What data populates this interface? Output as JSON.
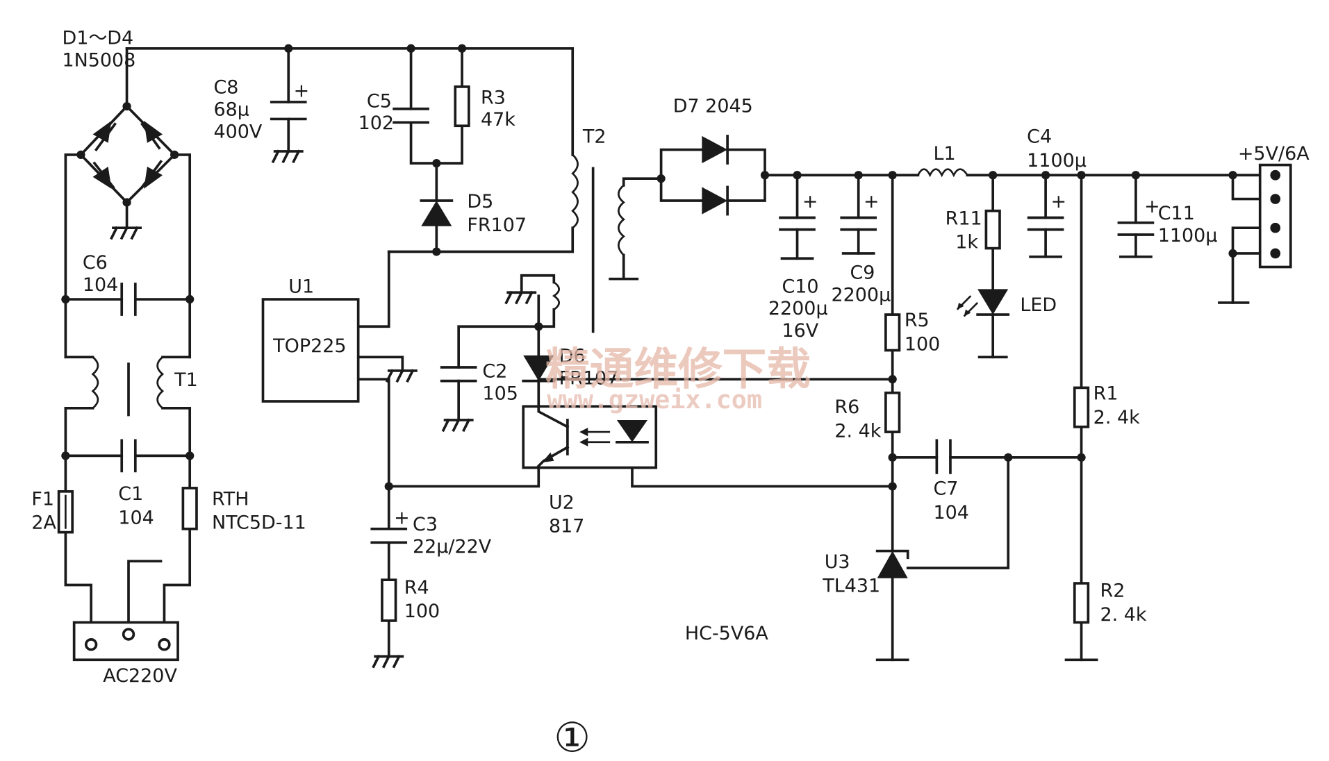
{
  "labels": {
    "d1d4": "D1～D4",
    "d1d4_part": "1N5008",
    "c8": "C8",
    "c8_val": "68μ",
    "c8_volt": "400V",
    "c5": "C5",
    "c5_val": "102",
    "r3": "R3",
    "r3_val": "47k",
    "d5": "D5",
    "d5_part": "FR107",
    "t2": "T2",
    "d7": "D7 2045",
    "c10": "C10",
    "c10_val": "2200μ",
    "c10_volt": "16V",
    "c9": "C9",
    "c9_val": "2200μ",
    "l1": "L1",
    "c4": "C4",
    "c4_val": "1100μ",
    "c11": "C11",
    "c11_val": "1100μ",
    "r11": "R11",
    "r11_val": "1k",
    "led": "LED",
    "out": "+5V/6A",
    "c6": "C6",
    "c6_val": "104",
    "u1": "U1",
    "u1_part": "TOP225",
    "c2": "C2",
    "c2_val": "105",
    "d6": "D6",
    "d6_part": "FR107",
    "t1": "T1",
    "r5": "R5",
    "r5_val": "100",
    "r6": "R6",
    "r6_val": "2. 4k",
    "r1": "R1",
    "r1_val": "2. 4k",
    "c7": "C7",
    "c7_val": "104",
    "f1": "F1",
    "f1_val": "2A",
    "c1": "C1",
    "c1_val": "104",
    "rth": "RTH",
    "rth_part": "NTC5D-11",
    "u2": "U2",
    "u2_part": "817",
    "c3": "C3",
    "c3_val": "22μ/22V",
    "r4": "R4",
    "r4_val": "100",
    "u3": "U3",
    "u3_part": "TL431",
    "r2": "R2",
    "r2_val": "2. 4k",
    "model": "HC-5V6A",
    "ac": "AC220V",
    "fig": "①"
  },
  "watermark": {
    "cn": "精通维修下载",
    "url": "www.gzweix.com"
  }
}
